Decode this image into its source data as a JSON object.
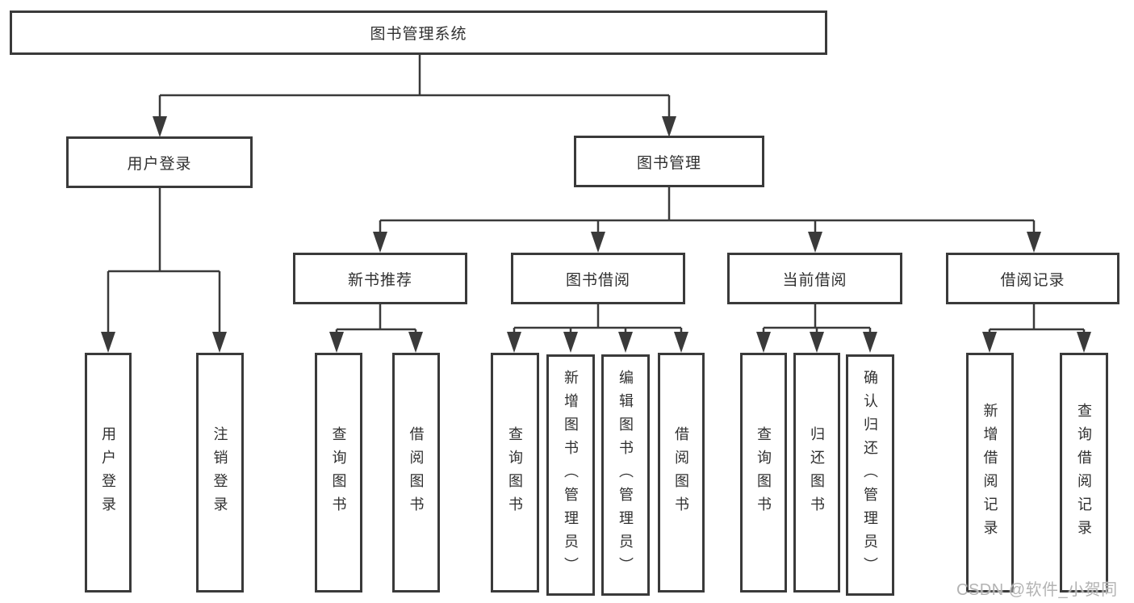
{
  "tree": {
    "label": "图书管理系统",
    "children": [
      {
        "label": "用户登录",
        "children": [
          {
            "label": "用户登录"
          },
          {
            "label": "注销登录"
          }
        ]
      },
      {
        "label": "图书管理",
        "children": [
          {
            "label": "新书推荐",
            "children": [
              {
                "label": "查询图书"
              },
              {
                "label": "借阅图书"
              }
            ]
          },
          {
            "label": "图书借阅",
            "children": [
              {
                "label": "查询图书"
              },
              {
                "label": "新增图书（管理员）"
              },
              {
                "label": "编辑图书（管理员）"
              },
              {
                "label": "借阅图书"
              }
            ]
          },
          {
            "label": "当前借阅",
            "children": [
              {
                "label": "查询图书"
              },
              {
                "label": "归还图书"
              },
              {
                "label": "确认归还（管理员）"
              }
            ]
          },
          {
            "label": "借阅记录",
            "children": [
              {
                "label": "新增借阅记录"
              },
              {
                "label": "查询借阅记录"
              }
            ]
          }
        ]
      }
    ]
  },
  "watermark": {
    "text": "CSDN @软件_小贺同学",
    "color": "#b3b3b3"
  },
  "colors": {
    "line": "#3a3a3a",
    "text": "#303030",
    "background": "#ffffff"
  }
}
